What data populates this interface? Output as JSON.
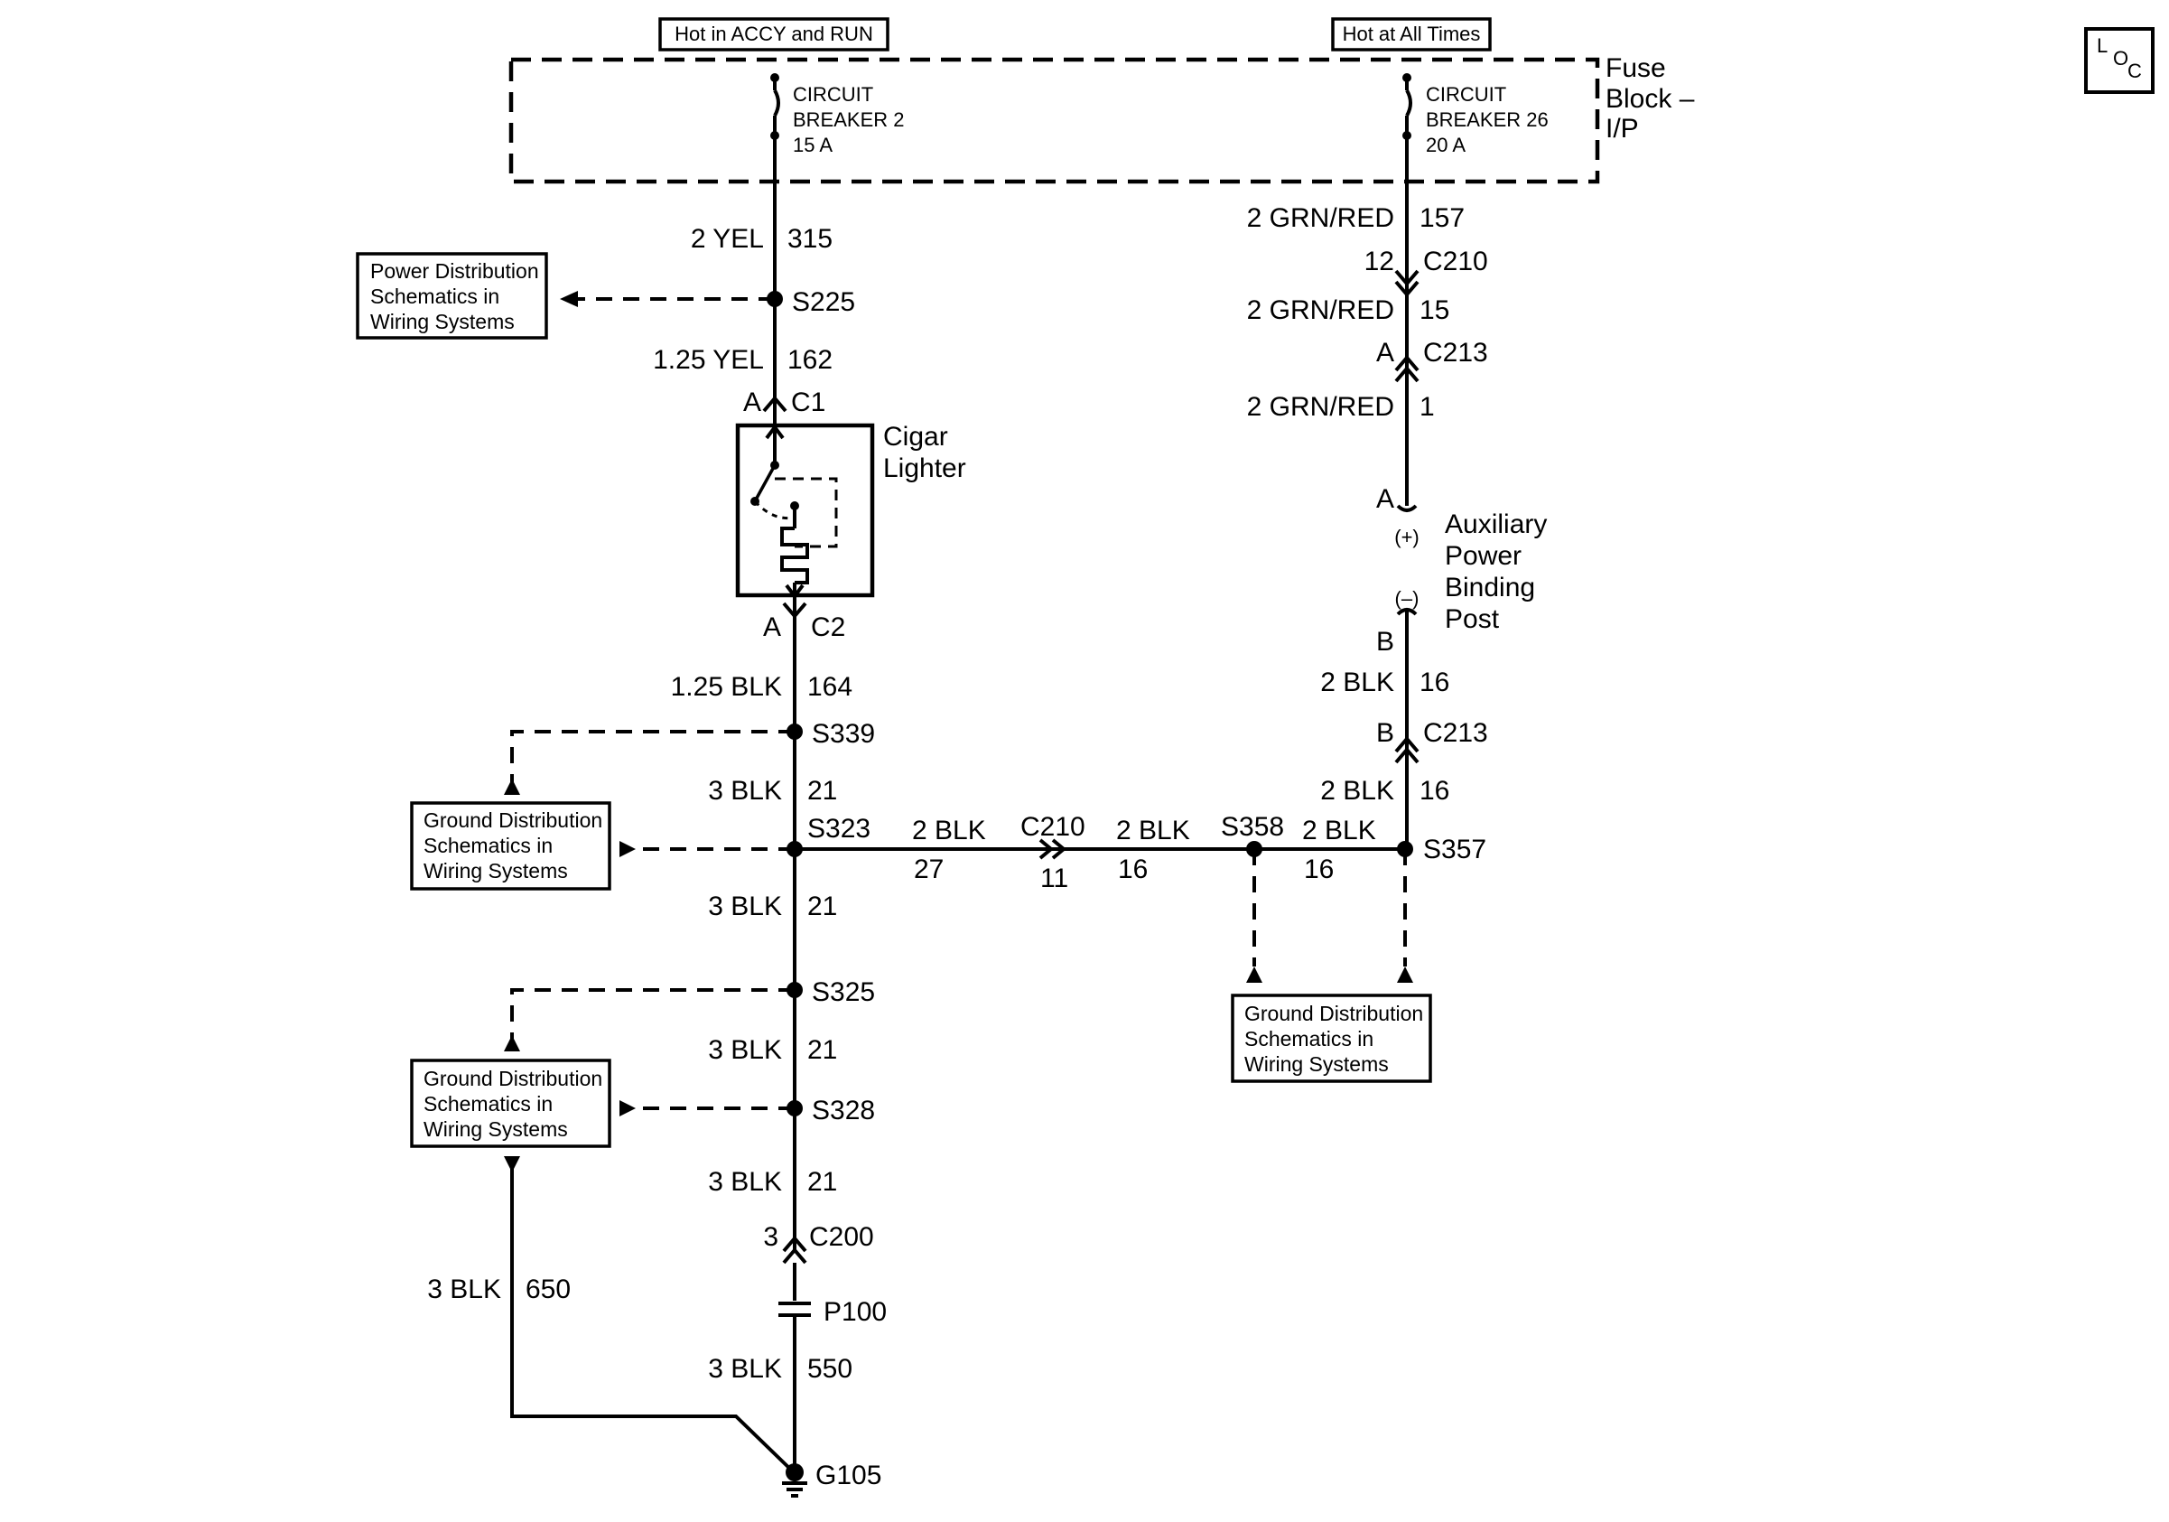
{
  "header_boxes": {
    "accy_run": "Hot in ACCY and RUN",
    "all_times": "Hot at All Times"
  },
  "fuse_block": {
    "line1": "Fuse",
    "line2": "Block –",
    "line3": "I/P"
  },
  "loc_symbol": {
    "l": "L",
    "o": "O",
    "c": "C"
  },
  "breakers": {
    "cb2": {
      "line1": "CIRCUIT",
      "line2": "BREAKER 2",
      "line3": "15 A"
    },
    "cb26": {
      "line1": "CIRCUIT",
      "line2": "BREAKER 26",
      "line3": "20 A"
    }
  },
  "ref_boxes": {
    "power_dist": {
      "line1": "Power Distribution",
      "line2": "Schematics in",
      "line3": "Wiring Systems"
    },
    "ground_left_upper": {
      "line1": "Ground Distribution",
      "line2": "Schematics in",
      "line3": "Wiring Systems"
    },
    "ground_left_lower": {
      "line1": "Ground Distribution",
      "line2": "Schematics in",
      "line3": "Wiring Systems"
    },
    "ground_right": {
      "line1": "Ground Distribution",
      "line2": "Schematics in",
      "line3": "Wiring Systems"
    }
  },
  "components": {
    "cigar_lighter": {
      "line1": "Cigar",
      "line2": "Lighter"
    },
    "aux_power": {
      "line1": "Auxiliary",
      "line2": "Power",
      "line3": "Binding",
      "line4": "Post",
      "plus": "(+)",
      "minus": "(–)"
    }
  },
  "left_branch": {
    "w315_size": "2 YEL",
    "w315_ckt": "315",
    "s225": "S225",
    "w162_size": "1.25 YEL",
    "w162_ckt": "162",
    "c1_pin": "A",
    "c1": "C1",
    "c2_pin": "A",
    "c2": "C2",
    "w164_size": "1.25 BLK",
    "w164_ckt": "164",
    "s339": "S339",
    "w21a_size": "3 BLK",
    "w21a_ckt": "21",
    "s323": "S323",
    "w21b_size": "3 BLK",
    "w21b_ckt": "21",
    "s325": "S325",
    "w21c_size": "3 BLK",
    "w21c_ckt": "21",
    "s328": "S328",
    "w21d_size": "3 BLK",
    "w21d_ckt": "21",
    "c200_pin": "3",
    "c200": "C200",
    "p100": "P100",
    "w550_size": "3 BLK",
    "w550_ckt": "550",
    "w650_size": "3 BLK",
    "w650_ckt": "650",
    "g105": "G105"
  },
  "right_branch": {
    "w157_size": "2 GRN/RED",
    "w157_ckt": "157",
    "c210_pin": "12",
    "c210": "C210",
    "w15_size": "2 GRN/RED",
    "w15_ckt": "15",
    "c213a_pin": "A",
    "c213a": "C213",
    "w1_size": "2 GRN/RED",
    "w1_ckt": "1",
    "aux_pin_a": "A",
    "aux_pin_b": "B",
    "w16a_size": "2 BLK",
    "w16a_ckt": "16",
    "c213b_pin": "B",
    "c213b": "C213",
    "w16b_size": "2 BLK",
    "w16b_ckt": "16",
    "s357": "S357"
  },
  "horizontal_run": {
    "w27_size": "2 BLK",
    "w27_ckt": "27",
    "c210": "C210",
    "c210_pin": "11",
    "w16c_size": "2 BLK",
    "w16c_ckt": "16",
    "s358": "S358",
    "w16d_size": "2 BLK",
    "w16d_ckt": "16"
  }
}
